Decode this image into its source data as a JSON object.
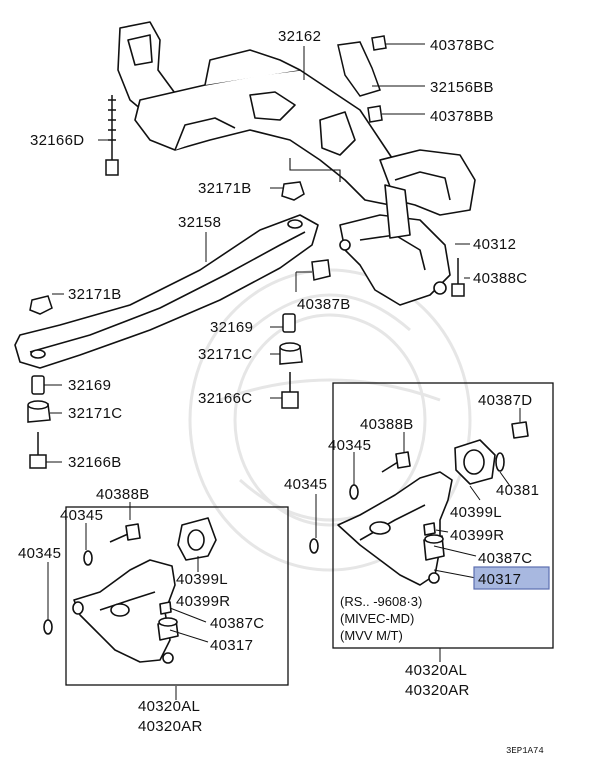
{
  "labels": {
    "l_32162": "32162",
    "l_40378BC": "40378BC",
    "l_32156BB": "32156BB",
    "l_40378BB": "40378BB",
    "l_32166D": "32166D",
    "l_32171B_top": "32171B",
    "l_32158": "32158",
    "l_40312": "40312",
    "l_40388C": "40388C",
    "l_32171B_left": "32171B",
    "l_40387B": "40387B",
    "l_32169_mid": "32169",
    "l_32171C_mid": "32171C",
    "l_32166C": "32166C",
    "l_32169_left": "32169",
    "l_32171C_left": "32171C",
    "l_32166B": "32166B",
    "l_40387D": "40387D",
    "l_40388B_right": "40388B",
    "l_40345_r1": "40345",
    "l_40345_r2": "40345",
    "l_40381": "40381",
    "l_40399L_right": "40399L",
    "l_40399R_right": "40399R",
    "l_40387C_right": "40387C",
    "l_40317_right": "40317",
    "l_40388B_left": "40388B",
    "l_40345_l1": "40345",
    "l_40345_l2": "40345",
    "l_40399L_left": "40399L",
    "l_40399R_left": "40399R",
    "l_40387C_left": "40387C",
    "l_40317_left": "40317",
    "l_40320AL_left": "40320AL",
    "l_40320AR_left": "40320AR",
    "l_40320AL_right": "40320AL",
    "l_40320AR_right": "40320AR"
  },
  "notes": {
    "rs": "(RS.. -9608·3)",
    "mivec": "(MIVEC-MD)",
    "mvv": "(MVV M/T)"
  },
  "diagram_code": "3EP1A74",
  "colors": {
    "ink": "#111111",
    "highlight_fill": "#a8b8e0",
    "highlight_stroke": "#5c6fb0"
  }
}
